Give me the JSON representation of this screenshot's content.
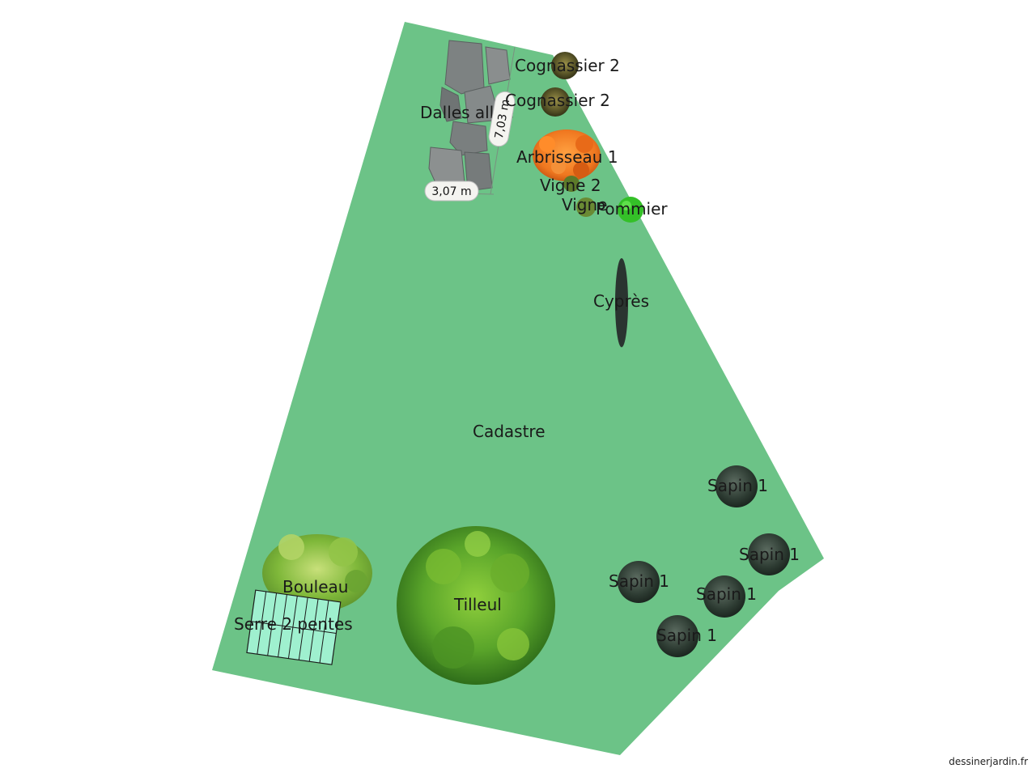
{
  "labels": {
    "cadastre": "Cadastre",
    "cognassier_a": "Cognassier 2",
    "cognassier_b": "Cognassier 2",
    "dalles": "Dalles allée",
    "arbrisseau": "Arbrisseau 1",
    "vigne2": "Vigne 2",
    "vigne": "Vigne",
    "pommier": "Pommier",
    "cypres": "Cyprès",
    "sapin_a": "Sapin 1",
    "sapin_b": "Sapin 1",
    "sapin_c": "Sapin 1",
    "sapin_d": "Sapin 1",
    "sapin_e": "Sapin 1",
    "bouleau": "Bouleau",
    "tilleul": "Tilleul",
    "serre": "Serre 2 pentes"
  },
  "dimensions": {
    "width": "3,07 m",
    "length": "7,03 m"
  },
  "credit": "dessinerjardin.fr",
  "colors": {
    "lawn": "#6cc387",
    "flagstone": "#7b7f80",
    "orange_shrub": "#f07820",
    "dark_tree": "#2f3d35",
    "greenhouse": "#9ff0cf"
  }
}
